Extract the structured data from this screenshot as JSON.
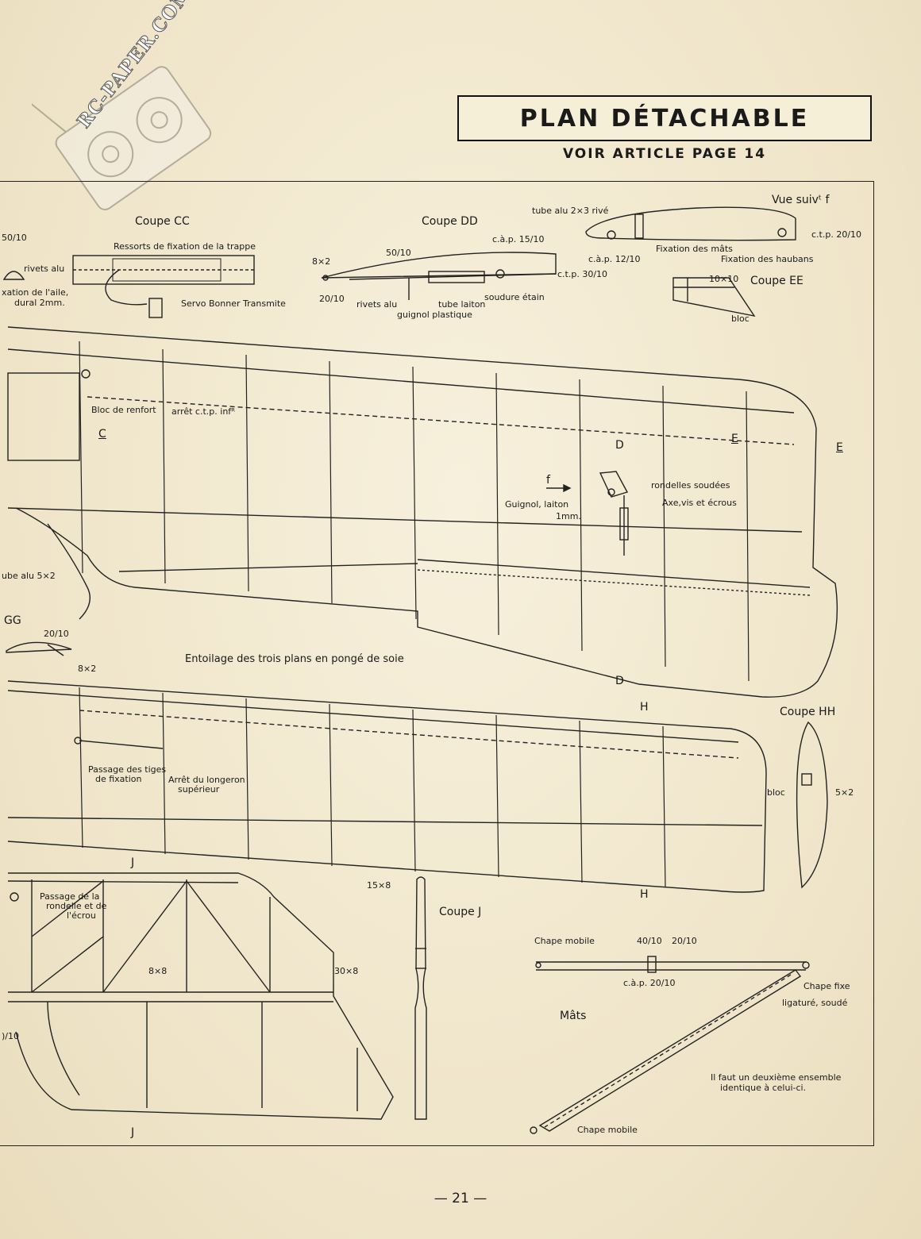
{
  "header": {
    "title": "PLAN DÉTACHABLE",
    "subtitle": "VOIR ARTICLE PAGE 14"
  },
  "watermark": {
    "text": "RC-PAPER.COM"
  },
  "sections": {
    "coupe_cc": "Coupe CC",
    "coupe_dd": "Coupe DD",
    "vue_suivant_f": "Vue suivᵗ f",
    "coupe_ee": "Coupe EE",
    "coupe_gg": "GG",
    "coupe_hh": "Coupe HH",
    "coupe_j": "Coupe J",
    "mats": "Mâts"
  },
  "labels": {
    "l_50_10_left": "50/10",
    "rivets_alu_left": "rivets alu",
    "fixation_aile": "xation de l'aile,",
    "dural": "dural 2mm.",
    "ressorts": "Ressorts de fixation de la trappe",
    "servo": "Servo Bonner Transmite",
    "dd_8x2": "8×2",
    "dd_50_10": "50/10",
    "dd_cap_15_10": "c.à.p. 15/10",
    "dd_ctp_30_10": "c.t.p. 30/10",
    "dd_20_10": "20/10",
    "dd_rivets_alu": "rivets alu",
    "dd_tube_laiton": "tube laiton",
    "dd_soudure": "soudure étain",
    "dd_guignol": "guignol plastique",
    "vs_tube_alu": "tube alu 2×3 rivé",
    "vs_ctp_20_10": "c.t.p. 20/10",
    "vs_fixation_mats": "Fixation des mâts",
    "vs_cap_12_10": "c.à.p. 12/10",
    "vs_fixation_haubans": "Fixation des haubans",
    "ee_10x10": "10×10",
    "ee_bloc": "bloc",
    "bloc_renfort": "Bloc de renfort",
    "arret_ctp": "arrêt c.t.p. infᴿ",
    "mark_c": "C",
    "mark_d_top": "D",
    "mark_e_arrow": "E",
    "mark_e": "E",
    "f_arrow": "f",
    "guignol_laiton": "Guignol, laiton",
    "guignol_1mm": "1mm.",
    "rondelles": "rondelles soudées",
    "axe": "Axe,vis et écrous",
    "tube_alu_5x2": "ube alu 5×2",
    "gg_20_10": "20/10",
    "gg_8x2": "8×2",
    "entoilage": "Entoilage des trois plans en pongé  de soie",
    "mark_d_bottom": "D",
    "mark_h_top": "H",
    "passage_tiges_1": "Passage des tiges",
    "passage_tiges_2": "de fixation",
    "arret_longeron_1": "Arrêt du longeron",
    "arret_longeron_2": "supérieur",
    "hh_bloc": "bloc",
    "hh_5x2": "5×2",
    "mark_j_top": "J",
    "mark_h_bottom": "H",
    "passage_rondelle_1": "Passage de la",
    "passage_rondelle_2": "rondelle et de",
    "passage_rondelle_3": "l'écrou",
    "j_8x8": "8×8",
    "j_30x8": "30×8",
    "j_15x8": "15×8",
    "left_10": ")/10",
    "mark_j_bottom": "J",
    "chape_mobile_top": "Chape mobile",
    "m_40_10": "40/10",
    "m_20_10": "20/10",
    "m_cap_20_10": "c.à.p. 20/10",
    "chape_fixe": "Chape fixe",
    "ligature": "ligaturé, soudé",
    "deuxieme_1": "Il faut un deuxième ensemble",
    "deuxieme_2": "identique à celui-ci.",
    "chape_mobile_bottom": "Chape mobile"
  },
  "footer": {
    "page_number": "— 21 —"
  }
}
